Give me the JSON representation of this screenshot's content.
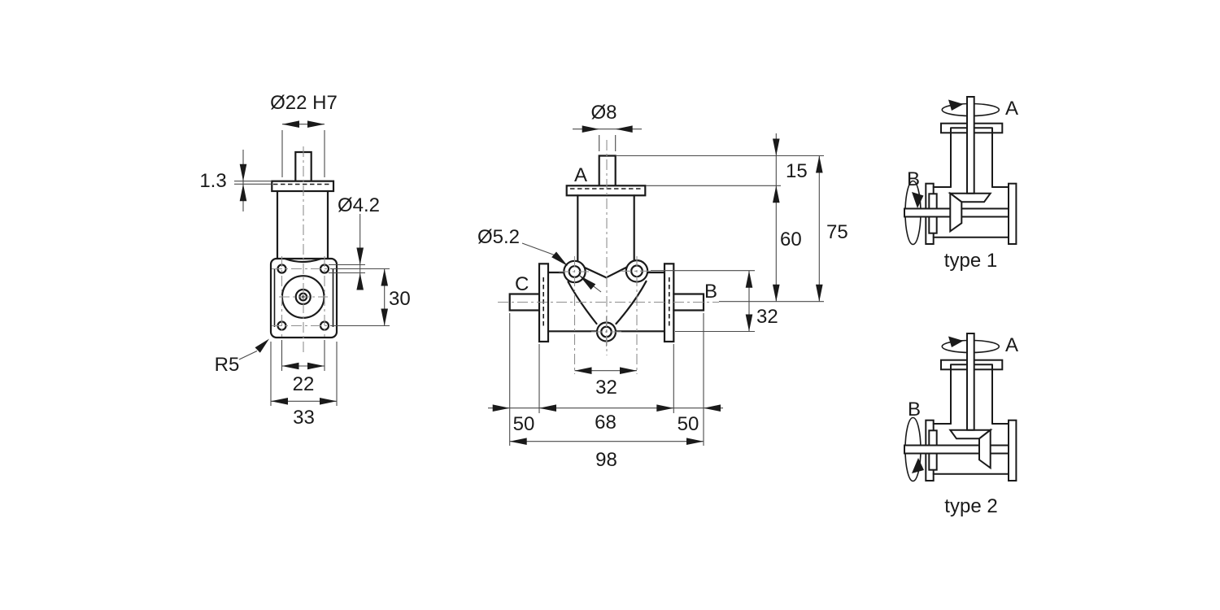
{
  "drawing": {
    "side_view": {
      "register_bore": "Ø22 H7",
      "lip_thickness": "1.3",
      "hole_diameter": "Ø4.2",
      "hole_spacing_vertical": "30",
      "hole_spacing_horizontal": "22",
      "flange_width": "33",
      "corner_radius": "R5"
    },
    "front_view": {
      "shaft_a_diameter": "Ø8",
      "bore_diameter": "Ø5.2",
      "shaft_a_label": "A",
      "shaft_b_label": "B",
      "shaft_c_label": "C",
      "shaft_a_height": "15",
      "body_height": "60",
      "total_height": "75",
      "boss_to_base": "32",
      "boss_spacing": "32",
      "shaft_c_length": "50",
      "body_width": "68",
      "shaft_b_length": "50",
      "total_width": "98"
    },
    "type_1": {
      "vertical_shaft_label": "A",
      "horizontal_shaft_label": "B",
      "caption": "type 1"
    },
    "type_2": {
      "vertical_shaft_label": "A",
      "horizontal_shaft_label": "B",
      "caption": "type 2"
    },
    "colors": {
      "object_line": "#1a1a1a",
      "dimension_line": "#4a4a4a",
      "centerline": "#8f8f8f",
      "background": "#ffffff"
    }
  }
}
